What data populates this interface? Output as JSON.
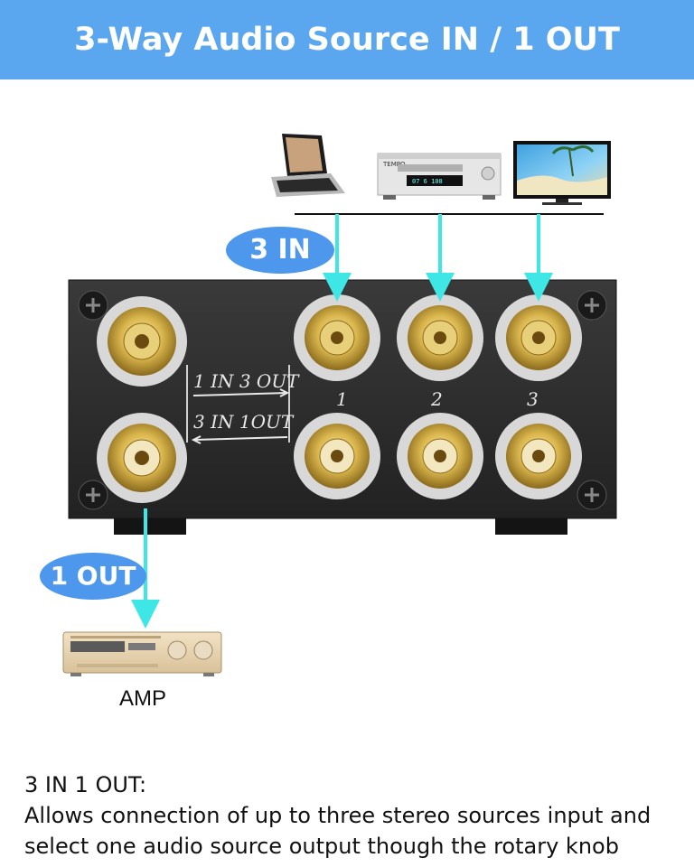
{
  "header": {
    "title": "3-Way Audio Source IN / 1 OUT"
  },
  "callouts": {
    "in_label": "3 IN",
    "out_label": "1 OUT"
  },
  "device": {
    "mode_label_top": "1 IN 3 OUT",
    "mode_label_bottom": "3 IN 1OUT",
    "port_numbers": [
      "1",
      "2",
      "3"
    ]
  },
  "sources": [
    {
      "name": "laptop",
      "icon": "laptop-icon"
    },
    {
      "name": "cd-player",
      "icon": "cd-player-icon",
      "brand": "TEMPO",
      "display": "07 6 108"
    },
    {
      "name": "tv",
      "icon": "tv-icon"
    }
  ],
  "output_device": {
    "label": "AMP",
    "icon": "amplifier-icon"
  },
  "description": {
    "heading": "3 IN 1 OUT:",
    "line1": "Allows connection of up to three stereo sources input and",
    "line2": "select one audio source output though the rotary knob"
  },
  "colors": {
    "banner": "#5aa6ef",
    "bubble": "#4d97ec",
    "arrow": "#3fe6e6",
    "device_body": "#2b2b2b",
    "gold": "#d4b04a"
  }
}
